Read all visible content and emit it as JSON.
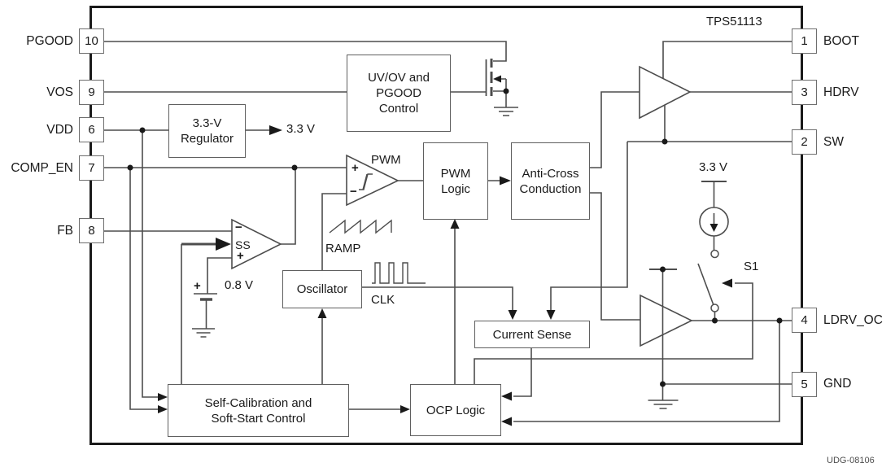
{
  "chip": {
    "part_number": "TPS51113",
    "drawing_id": "UDG-08106"
  },
  "pins": {
    "left": [
      {
        "num": "10",
        "label": "PGOOD"
      },
      {
        "num": "9",
        "label": "VOS"
      },
      {
        "num": "6",
        "label": "VDD"
      },
      {
        "num": "7",
        "label": "COMP_EN"
      },
      {
        "num": "8",
        "label": "FB"
      }
    ],
    "right": [
      {
        "num": "1",
        "label": "BOOT"
      },
      {
        "num": "3",
        "label": "HDRV"
      },
      {
        "num": "2",
        "label": "SW"
      },
      {
        "num": "4",
        "label": "LDRV_OC"
      },
      {
        "num": "5",
        "label": "GND"
      }
    ]
  },
  "blocks": {
    "regulator": {
      "line1": "3.3-V",
      "line2": "Regulator"
    },
    "uvov": {
      "line1": "UV/OV and",
      "line2": "PGOOD",
      "line3": "Control"
    },
    "pwm_logic": {
      "line1": "PWM",
      "line2": "Logic"
    },
    "anti_cross": {
      "line1": "Anti-Cross",
      "line2": "Conduction"
    },
    "oscillator": {
      "line1": "Oscillator"
    },
    "current_sense": {
      "line1": "Current Sense"
    },
    "ocp_logic": {
      "line1": "OCP Logic"
    },
    "self_cal": {
      "line1": "Self-Calibration and",
      "line2": "Soft-Start Control"
    }
  },
  "annotations": {
    "pwm": "PWM",
    "ramp": "RAMP",
    "clk": "CLK",
    "ss": "SS",
    "vref": "0.8 V",
    "reg_out": "3.3 V",
    "src_rail": "3.3 V",
    "s1": "S1",
    "plus": "+",
    "minus": "−"
  },
  "colors": {
    "wire": "#4d4d4d",
    "chip_border": "#1a1a1a",
    "arrow_fill": "#1a1a1a",
    "background": "#ffffff"
  }
}
